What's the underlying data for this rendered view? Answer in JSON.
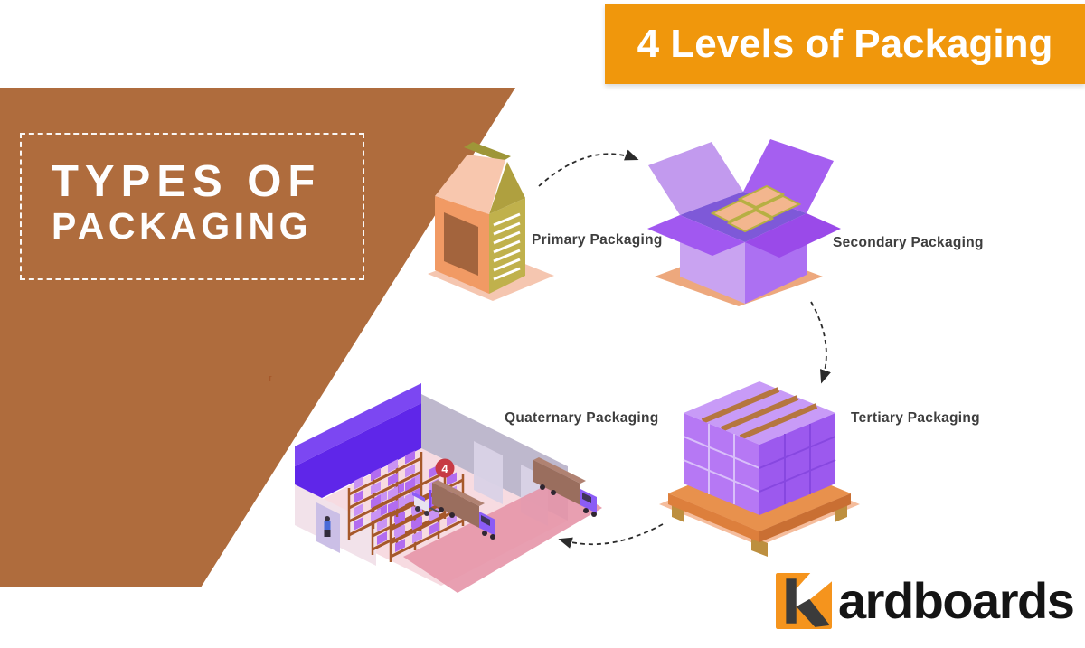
{
  "banner": {
    "label": "4 Levels of Packaging"
  },
  "heading": {
    "line1": "TYPES OF",
    "line2": "PACKAGING"
  },
  "stages": [
    {
      "key": "primary",
      "label": "Primary Packaging"
    },
    {
      "key": "secondary",
      "label": "Secondary Packaging"
    },
    {
      "key": "tertiary",
      "label": "Tertiary Packaging"
    },
    {
      "key": "quaternary",
      "label": "Quaternary Packaging"
    }
  ],
  "warehouse_badge": "4",
  "logo": {
    "brand": "Kardboards",
    "mark_letter": "K",
    "suffix": "ardboards"
  },
  "icons": [
    "carton-pouch-illustration",
    "open-box-illustration",
    "pallet-stack-illustration",
    "warehouse-illustration",
    "dashed-flow-arrows",
    "kardboards-k-mark"
  ],
  "colors": {
    "banner_bg": "#F0970C",
    "panel_brown": "#AF6C3D",
    "logo_orange": "#F5941D",
    "accent_purple": "#A45FF0",
    "carton_salmon": "#F19A64",
    "badge_red": "#C73A45",
    "label_gray": "#3E3E3E"
  }
}
